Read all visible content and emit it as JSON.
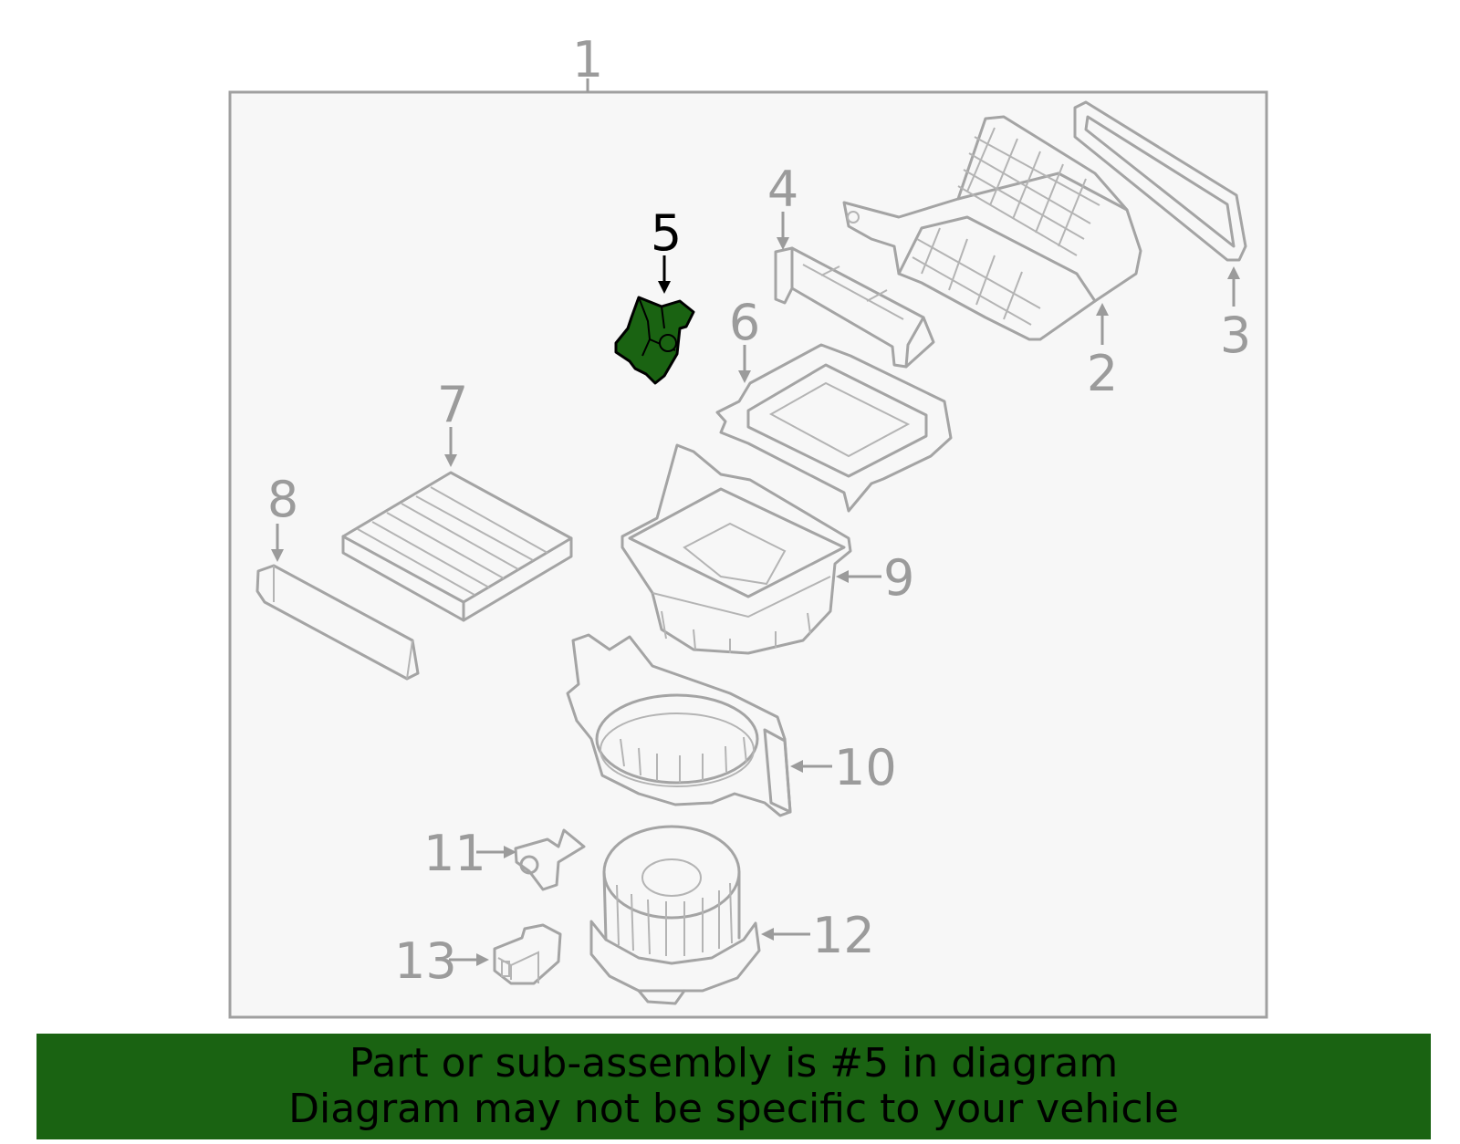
{
  "diagram": {
    "callouts": [
      {
        "id": "1",
        "label": "1"
      },
      {
        "id": "2",
        "label": "2"
      },
      {
        "id": "3",
        "label": "3"
      },
      {
        "id": "4",
        "label": "4"
      },
      {
        "id": "5",
        "label": "5",
        "highlighted": true
      },
      {
        "id": "6",
        "label": "6"
      },
      {
        "id": "7",
        "label": "7"
      },
      {
        "id": "8",
        "label": "8"
      },
      {
        "id": "9",
        "label": "9"
      },
      {
        "id": "10",
        "label": "10"
      },
      {
        "id": "11",
        "label": "11"
      },
      {
        "id": "12",
        "label": "12"
      },
      {
        "id": "13",
        "label": "13"
      }
    ],
    "highlight_color": "#1a6312",
    "line_color": "#a4a4a4"
  },
  "banner": {
    "line1": "Part or sub-assembly is #5 in diagram",
    "line2": "Diagram may not be specific to your vehicle",
    "background": "#1a6312"
  }
}
